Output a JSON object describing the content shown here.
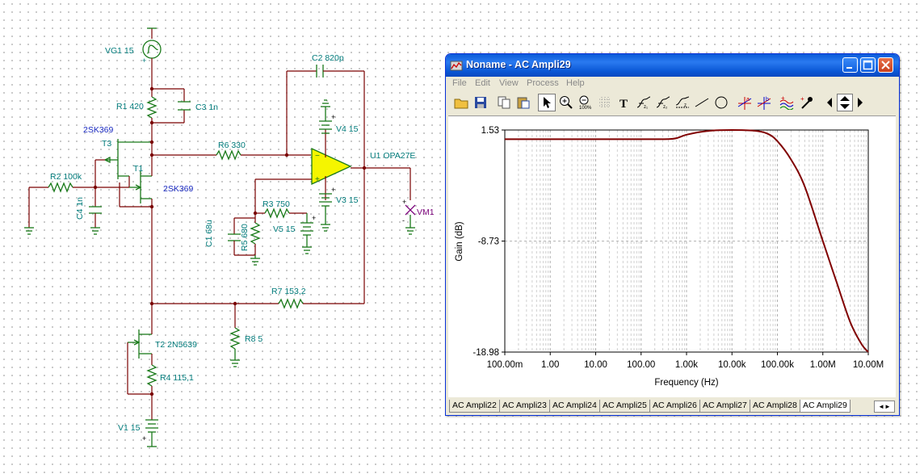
{
  "schematic": {
    "labels": {
      "vg1": "VG1 15",
      "r1": "R1 420",
      "c3": "C3 1n",
      "t3_type": "2SK369",
      "t3": "T3",
      "t1": "T1",
      "t1_type": "2SK369",
      "r2": "R2 100k",
      "c4": "C4 1n",
      "r6": "R6 330",
      "c2": "C2 820p",
      "v4": "V4 15",
      "v3": "V3 15",
      "u1": "U1 OPA27E",
      "vm1": "VM1",
      "r3": "R3 750",
      "v5": "V5 15",
      "c1": "C1 68u",
      "r5": "R5 680",
      "r7": "R7 153,2",
      "r8": "R8 5",
      "t2": "T2 2N5639",
      "r4": "R4 115,1",
      "v1": "V1 15"
    }
  },
  "window": {
    "title": "Noname - AC Ampli29",
    "menu": [
      "File",
      "Edit",
      "View",
      "Process",
      "Help"
    ],
    "tabs": [
      "AC Ampli22",
      "AC Ampli23",
      "AC Ampli24",
      "AC Ampli25",
      "AC Ampli26",
      "AC Ampli27",
      "AC Ampli28",
      "AC Ampli29"
    ],
    "active_tab": "AC Ampli29",
    "toolbar_icons": [
      "open-folder-icon",
      "save-icon",
      "copy-icon",
      "paste-icon",
      "pointer-icon",
      "zoom-in-icon",
      "zoom-100-icon",
      "grid-icon",
      "text-icon",
      "curve-label-icon",
      "curve-label2-icon",
      "axis-label-icon",
      "line-icon",
      "circle-icon",
      "cursor-a-icon",
      "cursor-b-icon",
      "curve-add-icon",
      "pick-icon",
      "arrow-left-icon",
      "arrow-updown-icon",
      "arrow-right-icon"
    ]
  },
  "chart_data": {
    "type": "line",
    "title": "",
    "xlabel": "Frequency (Hz)",
    "ylabel": "Gain (dB)",
    "x_scale": "log",
    "xlim": [
      0.1,
      10000000
    ],
    "ylim": [
      -18.98,
      1.53
    ],
    "x_tick_labels": [
      "100.00m",
      "1.00",
      "10.00",
      "100.00",
      "1.00k",
      "10.00k",
      "100.00k",
      "1.00M",
      "10.00M"
    ],
    "y_tick_labels": [
      "1.53",
      "-8.73",
      "-18.98"
    ],
    "grid": true,
    "series_color": "#800000",
    "x": [
      0.1,
      1,
      10,
      100,
      500,
      1000,
      3000,
      10000,
      30000,
      60000,
      100000,
      200000,
      400000,
      1000000,
      2000000,
      4000000,
      7000000,
      10000000
    ],
    "y": [
      0.68,
      0.68,
      0.68,
      0.68,
      0.72,
      1.1,
      1.45,
      1.53,
      1.47,
      1.2,
      0.5,
      -1.2,
      -3.7,
      -8.73,
      -12.5,
      -16.2,
      -18.2,
      -18.98
    ]
  }
}
